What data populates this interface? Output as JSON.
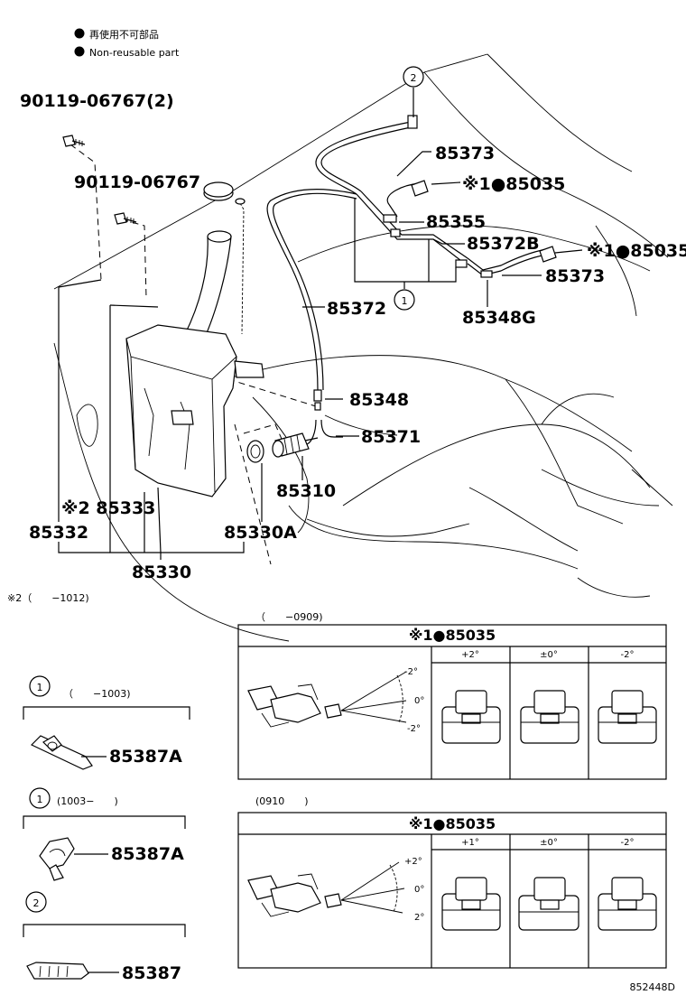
{
  "legend": {
    "bullet_color": "#000000",
    "line1": "再使用不可部品",
    "line2": "Non-reusable part"
  },
  "parts": {
    "p90119a": "90119-06767(2)",
    "p90119b": "90119-06767",
    "p85373a": "85373",
    "p85035a": "※1●85035",
    "p85355": "85355",
    "p85372b": "85372B",
    "p85035b": "※1●85035",
    "p85373b": "85373",
    "p85372": "85372",
    "p85348g": "85348G",
    "p85348": "85348",
    "p85371": "85371",
    "p85310": "85310",
    "p85333": "※2 85333",
    "p85332": "85332",
    "p85330a": "85330A",
    "p85330": "85330"
  },
  "callouts": {
    "c1": "1",
    "c2": "2"
  },
  "notes": {
    "note2": "※2（　　−1012)"
  },
  "panel_top": {
    "date": "（　　−0909)",
    "title": "※1●85035",
    "angles": [
      "-2°",
      "0°",
      "-2°"
    ],
    "col_headers": [
      "+2°",
      "±0°",
      "-2°"
    ]
  },
  "panel_bottom": {
    "date": "(0910　　)",
    "title": "※1●85035",
    "angles": [
      "+2°",
      "0°",
      "2°"
    ],
    "col_headers": [
      "+1°",
      "±0°",
      "-2°"
    ]
  },
  "sub1a": {
    "num": "1",
    "date": "（　　−1003)",
    "part": "85387A"
  },
  "sub1b": {
    "num": "1",
    "date": "(1003−　　)",
    "part": "85387A"
  },
  "sub2": {
    "num": "2",
    "part": "85387"
  },
  "footer_code": "852448D"
}
